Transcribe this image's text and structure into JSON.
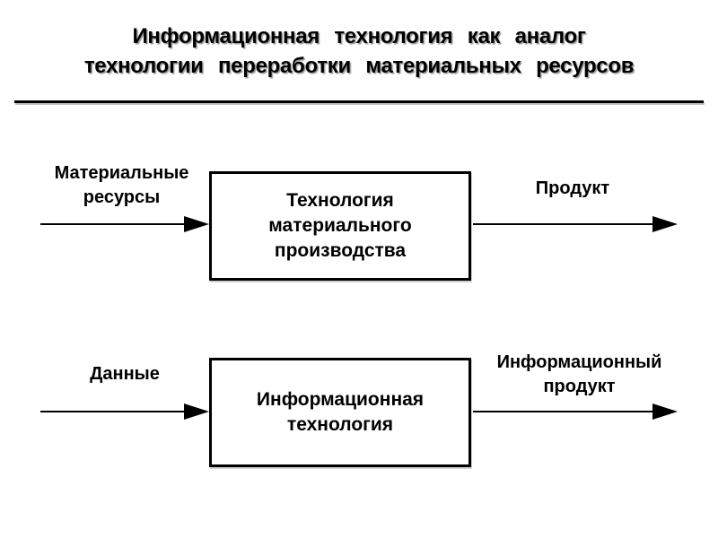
{
  "colors": {
    "background": "#ffffff",
    "ink": "#000000"
  },
  "title": {
    "line1": "Информационная технология как аналог",
    "line2": "технологии переработки материальных ресурсов"
  },
  "flows": [
    {
      "input_label": "Материальные\nресурсы",
      "box_label": "Технология\nматериального\nпроизводства",
      "output_label": "Продукт"
    },
    {
      "input_label": "Данные",
      "box_label": "Информационная\nтехнология",
      "output_label": "Информационный\nпродукт"
    }
  ]
}
